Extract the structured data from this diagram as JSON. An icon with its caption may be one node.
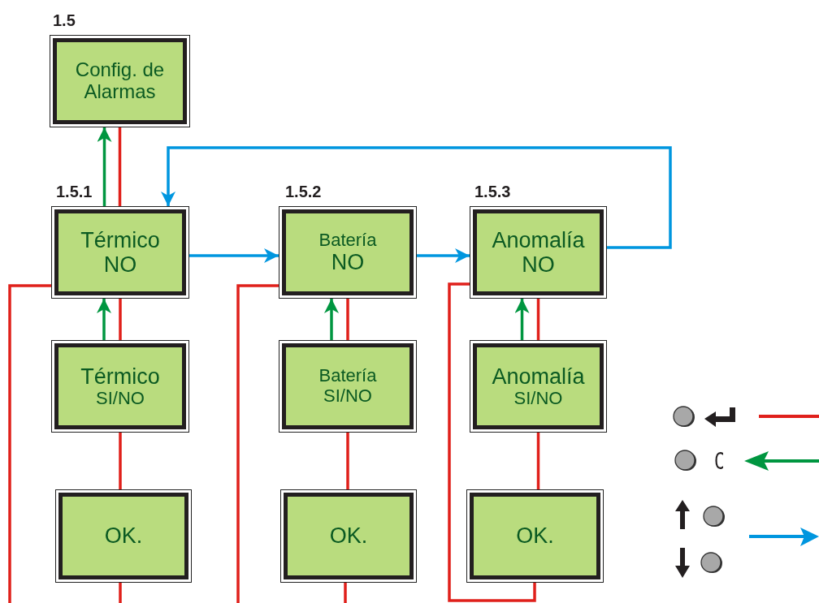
{
  "diagram": {
    "nodes": [
      {
        "text": [
          "1.5",
          "Config. de Alarmas"
        ]
      },
      {
        "text": [
          "1.5.1",
          "Térmico",
          "NO"
        ]
      },
      {
        "text": [
          "Térmico",
          "SI/NO"
        ]
      },
      {
        "text": [
          "OK."
        ]
      },
      {
        "text": [
          "1.5.2",
          "Batería",
          "NO"
        ]
      },
      {
        "text": [
          "Batería",
          "SI/NO"
        ]
      },
      {
        "text": [
          "OK."
        ]
      },
      {
        "text": [
          "1.5.3",
          "Anomalía",
          "NO"
        ]
      },
      {
        "text": [
          "Anomalía",
          "SI/NO"
        ]
      },
      {
        "text": [
          "OK."
        ]
      }
    ],
    "edges": [
      {
        "from": 1,
        "to": 0,
        "arrow": "none"
      },
      {
        "from": 1,
        "to": 0,
        "arrow": "to",
        "color": "#009640"
      },
      {
        "from": 1,
        "to": 4,
        "arrow": "to",
        "color": "#0096df"
      },
      {
        "from": 4,
        "to": 7,
        "arrow": "to",
        "color": "#0096df"
      },
      {
        "from": 7,
        "to": 1,
        "arrow": "to",
        "color": "#0096df"
      },
      {
        "from": 2,
        "to": 1,
        "arrow": "none"
      },
      {
        "from": 2,
        "to": 1,
        "arrow": "to",
        "color": "#009640"
      },
      {
        "from": 3,
        "to": 2,
        "arrow": "none"
      },
      {
        "from": 1,
        "to": null,
        "arrow": "none"
      },
      {
        "from": 3,
        "to": null,
        "arrow": "none"
      },
      {
        "from": 5,
        "to": 4,
        "arrow": "none"
      },
      {
        "from": 5,
        "to": 4,
        "arrow": "to",
        "color": "#009640"
      },
      {
        "from": 6,
        "to": 5,
        "arrow": "none"
      },
      {
        "from": 4,
        "to": null,
        "arrow": "none"
      },
      {
        "from": 6,
        "to": null,
        "arrow": "none"
      },
      {
        "from": 8,
        "to": 7,
        "arrow": "none"
      },
      {
        "from": 8,
        "to": 7,
        "arrow": "to",
        "color": "#009640"
      },
      {
        "from": 9,
        "to": 8,
        "arrow": "none"
      },
      {
        "from": 9,
        "to": 7,
        "arrow": "none"
      }
    ],
    "labels": [
      "C"
    ]
  }
}
